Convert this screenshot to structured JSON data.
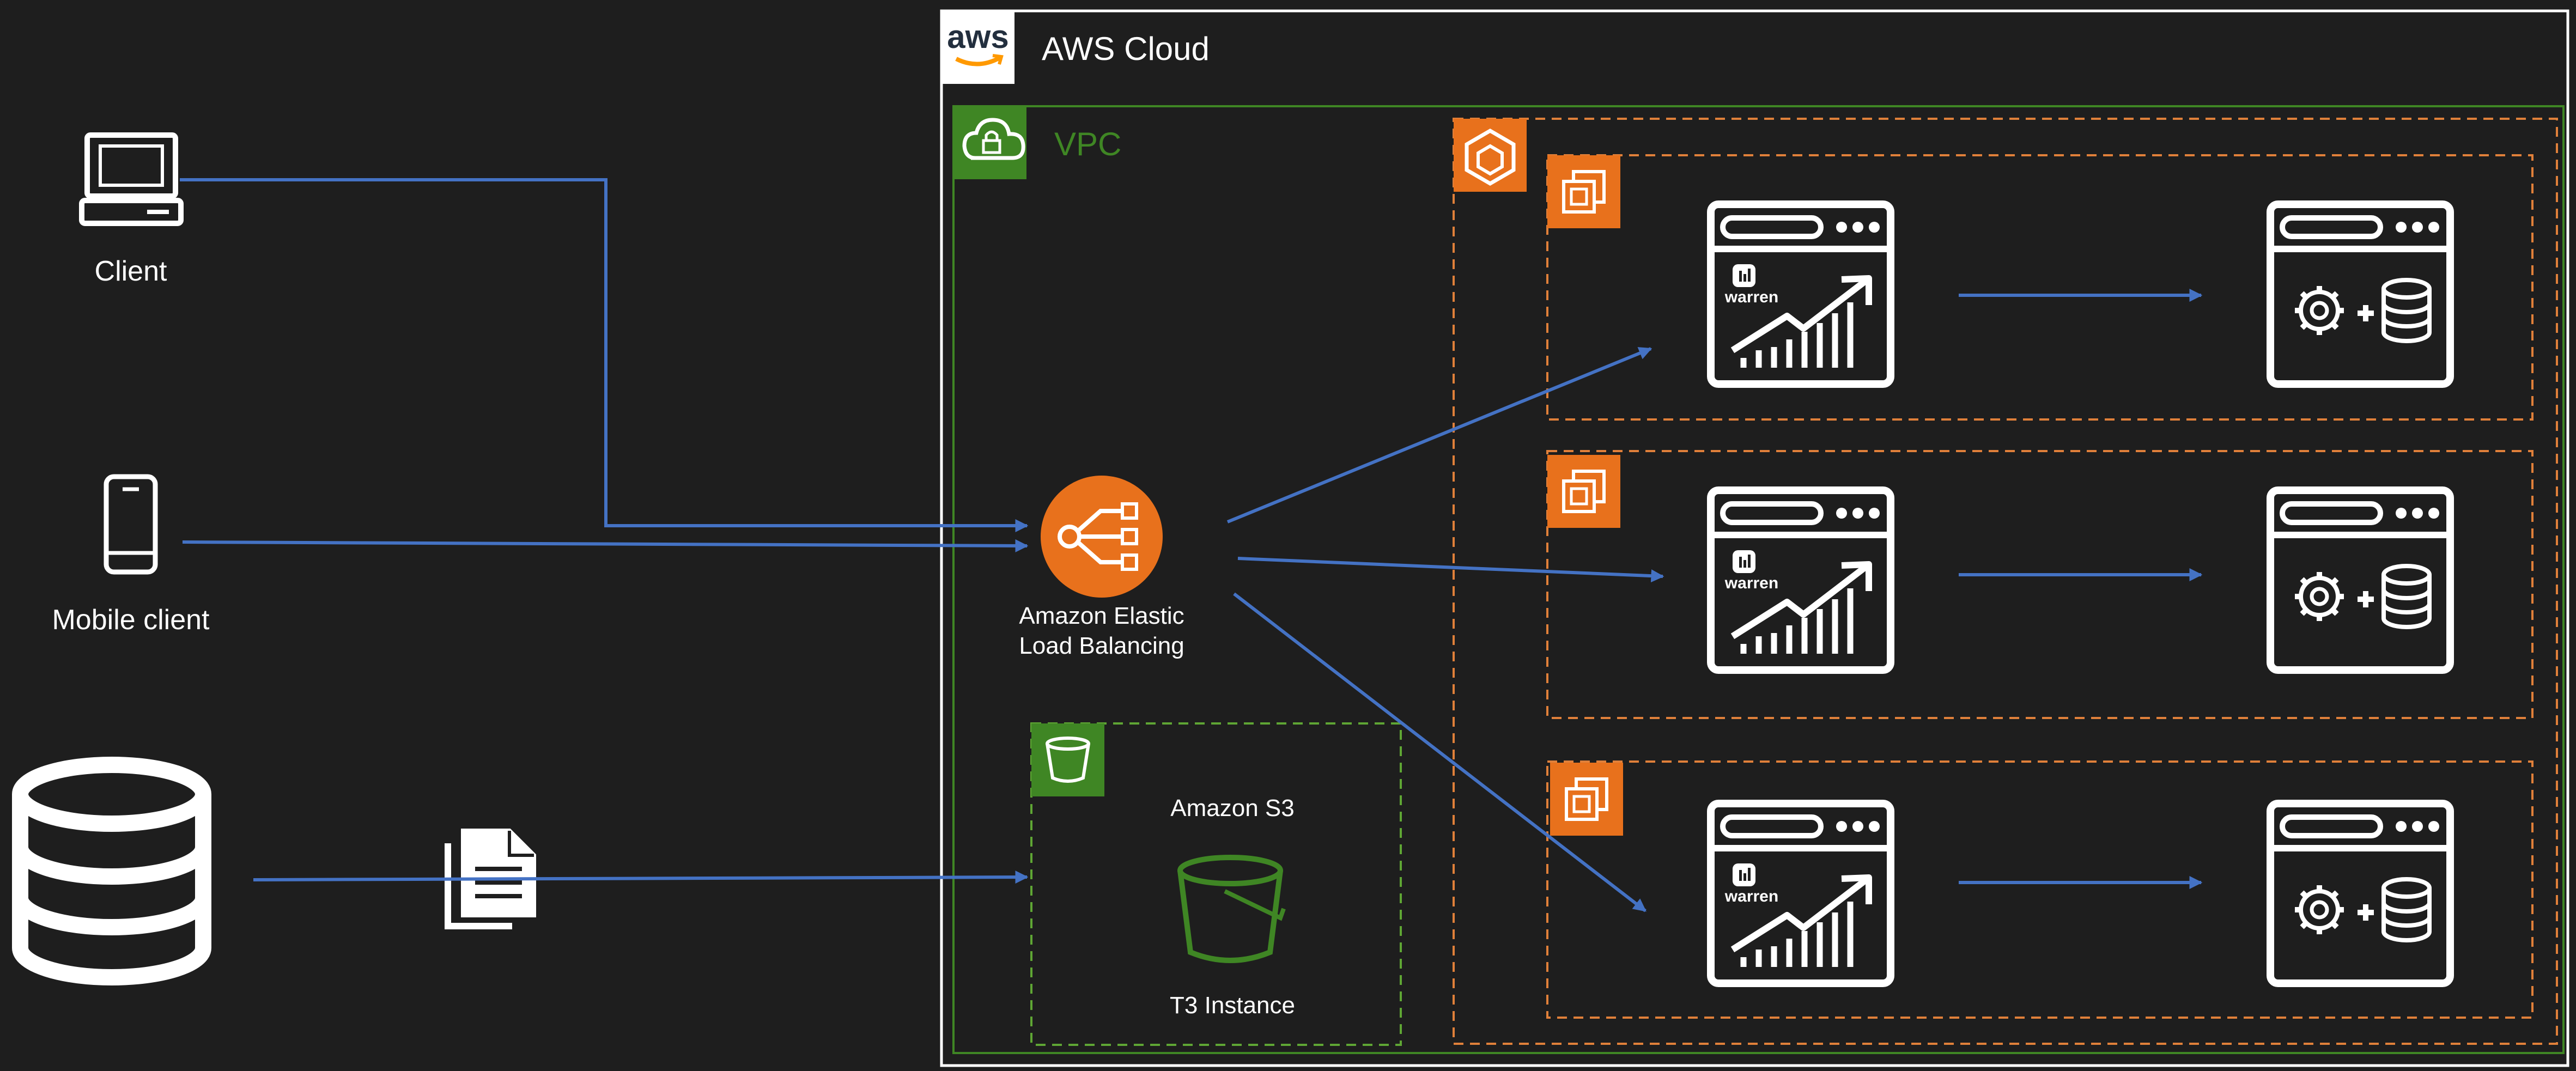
{
  "aws_cloud": {
    "label": "AWS Cloud",
    "logo_text": "aws"
  },
  "vpc": {
    "label": "VPC"
  },
  "clients": {
    "client_label": "Client",
    "mobile_label": "Mobile client"
  },
  "elb": {
    "label_line1": "Amazon Elastic",
    "label_line2": "Load Balancing"
  },
  "s3": {
    "title": "Amazon S3",
    "subtitle": "T3 Instance"
  },
  "app_node": {
    "brand_text": "warren"
  },
  "colors": {
    "background": "#1e1e1e",
    "aws_border": "#ffffff",
    "vpc_border": "#3f8624",
    "vpc_label": "#3f8624",
    "orange_dashed": "#e0803a",
    "orange_icon": "#e8711c",
    "s3_dashed": "#5fa634",
    "s3_green": "#3f8624",
    "arrow_blue": "#4472c4",
    "icon_white": "#ffffff"
  }
}
